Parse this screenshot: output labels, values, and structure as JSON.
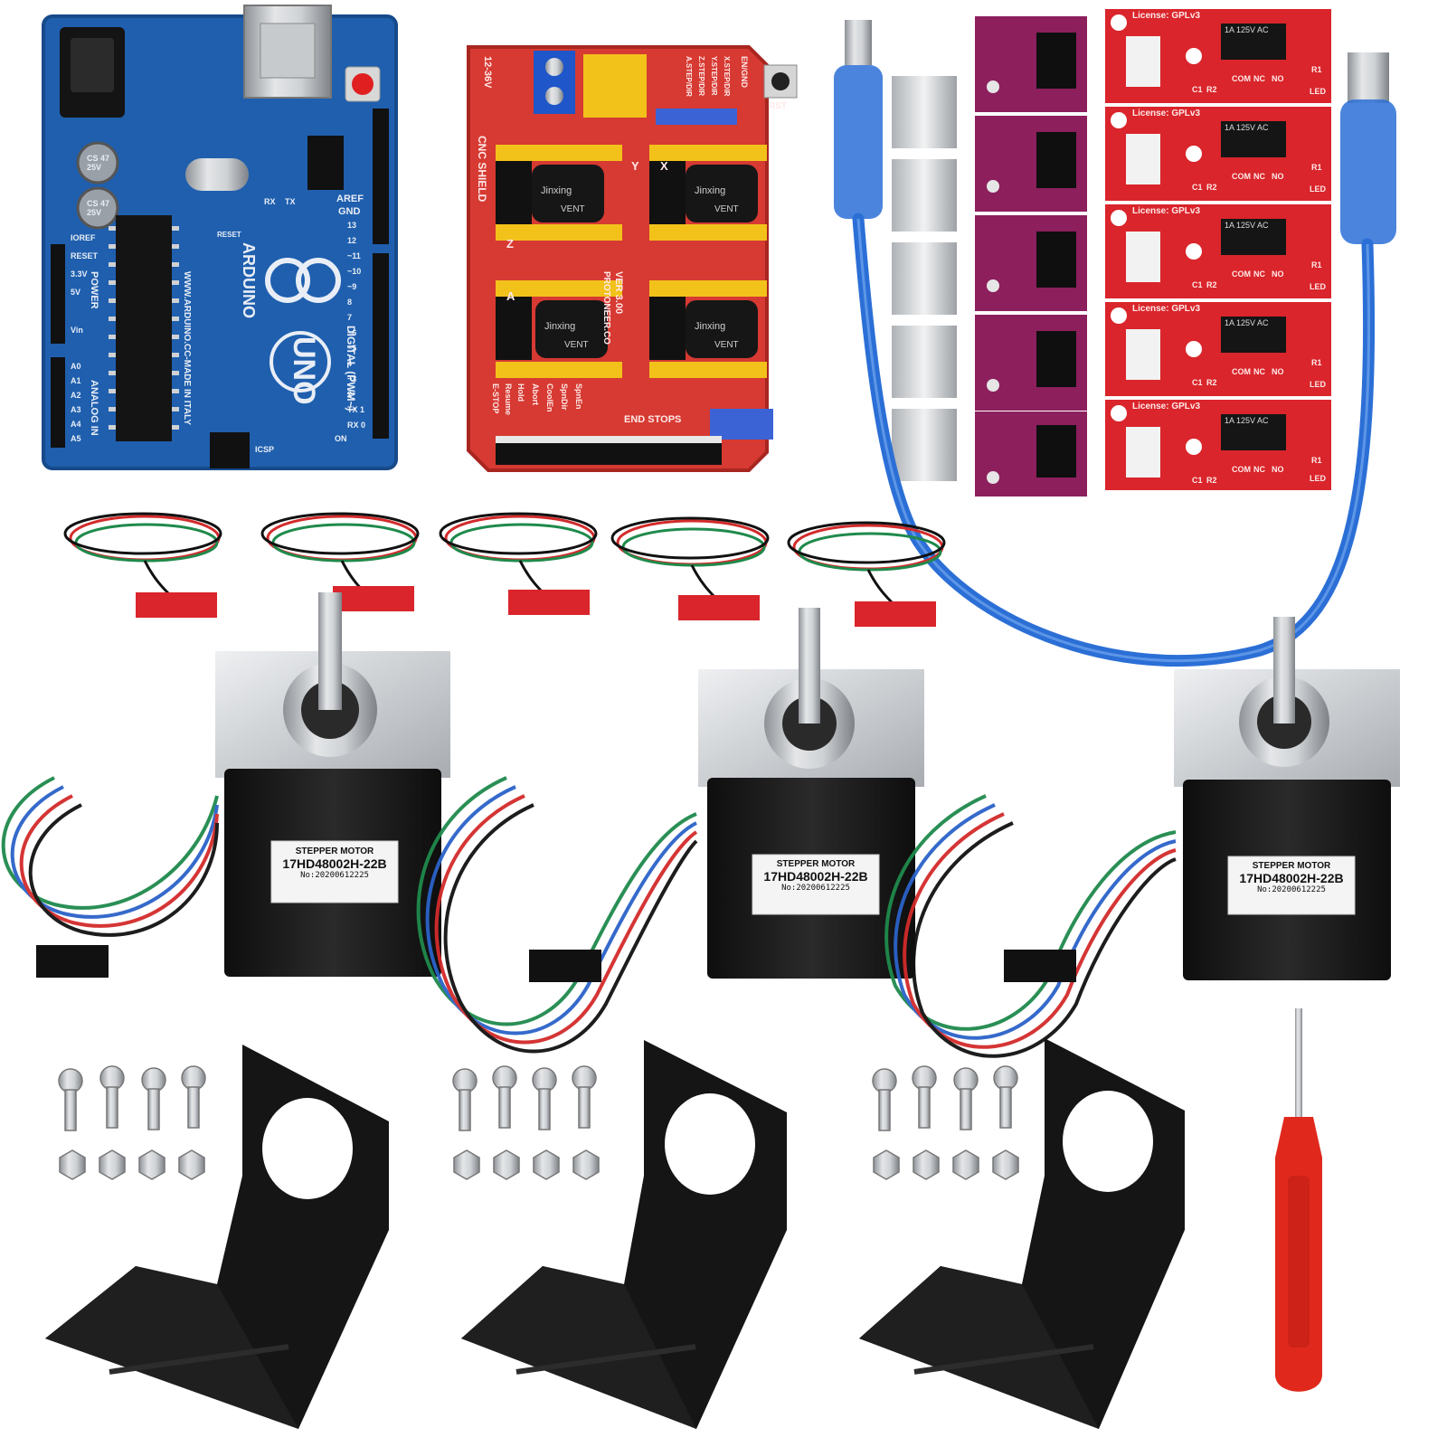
{
  "colors": {
    "background": "#ffffff",
    "arduino_pcb": "#1f5fae",
    "shield_pcb": "#d63a32",
    "driver_pcb": "#8d1f5d",
    "endstop_pcb": "#d9252b",
    "usb_cable": "#2b6fd6",
    "motor_body": "#1b1b1b",
    "motor_plate": "#c9ccd0",
    "bracket": "#151515",
    "screwdriver_handle": "#e0291c"
  },
  "arduino": {
    "brand": "ARDUINO",
    "model": "UNO",
    "url": "WWW.ARDUINO.CC-MADE IN ITALY",
    "digital": "DIGITAL (PWM~)",
    "power": "POWER",
    "analog": "ANALOG IN",
    "aref": "AREF",
    "gnd": "GND",
    "ioref": "IOREF",
    "reset": "RESET",
    "v33": "3.3V",
    "v5": "5V",
    "vin": "Vin",
    "on": "ON",
    "cap1": "CS 47 25V",
    "cap2": "CS 47 25V",
    "tx": "TX",
    "rx": "RX",
    "icsp": "ICSP",
    "reset_btn": "RESET",
    "analog_pins": [
      "A0",
      "A1",
      "A2",
      "A3",
      "A4",
      "A5"
    ],
    "digital_pins": [
      "13",
      "12",
      "~11",
      "~10",
      "~9",
      "8",
      "7",
      "~6",
      "~5",
      "4",
      "~3",
      "2",
      "TX 1",
      "RX 0"
    ]
  },
  "shield": {
    "title": "CNC SHIELD",
    "version": "VER 3.00",
    "maker": "PROTONEER.CO",
    "voltage": "12-36V",
    "rst": "RST",
    "en_gnd": "EN/GND",
    "end_stops": "END STOPS",
    "estop": "E-STOP",
    "abort": "Abort",
    "hold": "Hold",
    "resume": "Resume",
    "coolen": "CoolEn",
    "spndir": "SpnDir",
    "spnen": "SpnEn",
    "cap_brand": "Jinxing",
    "cap_vent": "VENT",
    "axis_labels": [
      "X",
      "Y",
      "Z",
      "A"
    ],
    "step_dir": [
      "X.STEP/DIR",
      "Y.STEP/DIR",
      "Z.STEP/DIR",
      "A.STEP/DIR"
    ]
  },
  "endstop_board": {
    "license": "License: GPLv3",
    "rating": "1A 125V AC",
    "com": "COM",
    "nc": "NC",
    "no": "NO",
    "r1": "R1",
    "r2": "R2",
    "c1": "C1",
    "led": "LED"
  },
  "motor": {
    "label_line1": "STEPPER MOTOR",
    "label_line2": "17HD48002H-22B",
    "label_line3": "No:20200612225"
  }
}
